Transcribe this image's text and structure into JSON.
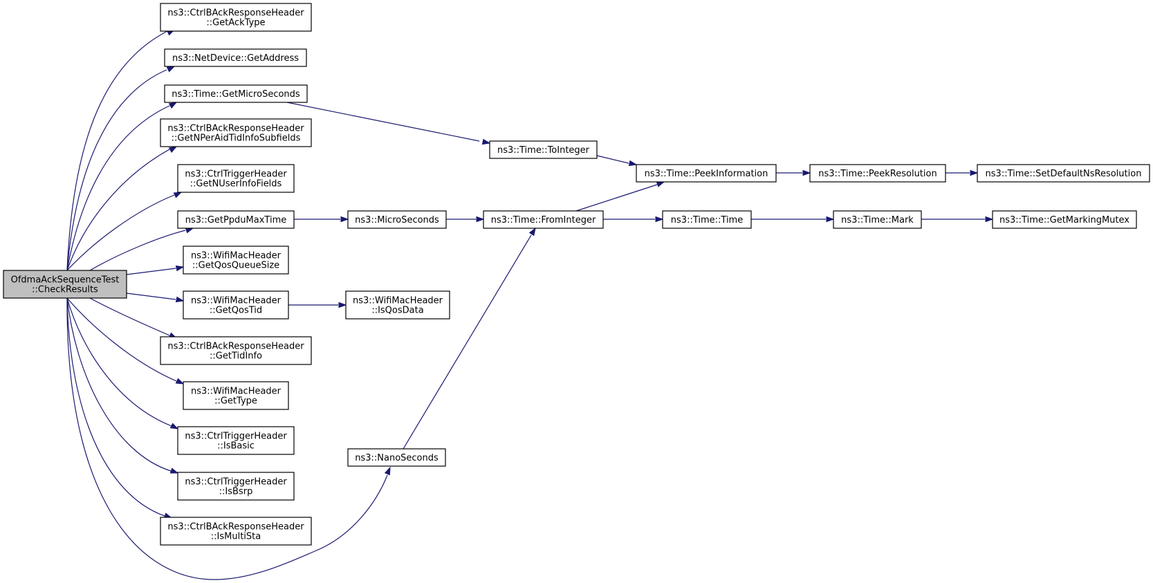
{
  "diagram": {
    "colors": {
      "edge": "#191970",
      "root_fill": "#bfbfbf",
      "node_fill": "#ffffff",
      "node_border": "#000000"
    },
    "nodes": {
      "root": [
        "OfdmaAckSequenceTest",
        "::CheckResults"
      ],
      "getAckType": [
        "ns3::CtrlBAckResponseHeader",
        "::GetAckType"
      ],
      "getAddress": [
        "ns3::NetDevice::GetAddress"
      ],
      "getMicroSeconds": [
        "ns3::Time::GetMicroSeconds"
      ],
      "getNPerAid": [
        "ns3::CtrlBAckResponseHeader",
        "::GetNPerAidTidInfoSubfields"
      ],
      "getNUserInfo": [
        "ns3::CtrlTriggerHeader",
        "::GetNUserInfoFields"
      ],
      "getPpduMaxTime": [
        "ns3::GetPpduMaxTime"
      ],
      "getQosQueueSize": [
        "ns3::WifiMacHeader",
        "::GetQosQueueSize"
      ],
      "getQosTid": [
        "ns3::WifiMacHeader",
        "::GetQosTid"
      ],
      "getTidInfo": [
        "ns3::CtrlBAckResponseHeader",
        "::GetTidInfo"
      ],
      "getType": [
        "ns3::WifiMacHeader",
        "::GetType"
      ],
      "isBasic": [
        "ns3::CtrlTriggerHeader",
        "::IsBasic"
      ],
      "isBsrp": [
        "ns3::CtrlTriggerHeader",
        "::IsBsrp"
      ],
      "isMultiSta": [
        "ns3::CtrlBAckResponseHeader",
        "::IsMultiSta"
      ],
      "nanoSeconds": [
        "ns3::NanoSeconds"
      ],
      "microSeconds": [
        "ns3::MicroSeconds"
      ],
      "isQosData": [
        "ns3::WifiMacHeader",
        "::IsQosData"
      ],
      "toInteger": [
        "ns3::Time::ToInteger"
      ],
      "fromInteger": [
        "ns3::Time::FromInteger"
      ],
      "peekInformation": [
        "ns3::Time::PeekInformation"
      ],
      "peekResolution": [
        "ns3::Time::PeekResolution"
      ],
      "setDefaultNsResolution": [
        "ns3::Time::SetDefaultNsResolution"
      ],
      "timeTime": [
        "ns3::Time::Time"
      ],
      "mark": [
        "ns3::Time::Mark"
      ],
      "getMarkingMutex": [
        "ns3::Time::GetMarkingMutex"
      ]
    },
    "edges": [
      [
        "root",
        "getAckType"
      ],
      [
        "root",
        "getAddress"
      ],
      [
        "root",
        "getMicroSeconds"
      ],
      [
        "root",
        "getNPerAid"
      ],
      [
        "root",
        "getNUserInfo"
      ],
      [
        "root",
        "getPpduMaxTime"
      ],
      [
        "root",
        "getQosQueueSize"
      ],
      [
        "root",
        "getQosTid"
      ],
      [
        "root",
        "getTidInfo"
      ],
      [
        "root",
        "getType"
      ],
      [
        "root",
        "isBasic"
      ],
      [
        "root",
        "isBsrp"
      ],
      [
        "root",
        "isMultiSta"
      ],
      [
        "root",
        "nanoSeconds"
      ],
      [
        "getMicroSeconds",
        "toInteger"
      ],
      [
        "toInteger",
        "peekInformation"
      ],
      [
        "peekInformation",
        "peekResolution"
      ],
      [
        "peekResolution",
        "setDefaultNsResolution"
      ],
      [
        "getPpduMaxTime",
        "microSeconds"
      ],
      [
        "microSeconds",
        "fromInteger"
      ],
      [
        "fromInteger",
        "peekInformation"
      ],
      [
        "fromInteger",
        "timeTime"
      ],
      [
        "timeTime",
        "mark"
      ],
      [
        "mark",
        "getMarkingMutex"
      ],
      [
        "getQosTid",
        "isQosData"
      ],
      [
        "nanoSeconds",
        "fromInteger"
      ]
    ]
  }
}
